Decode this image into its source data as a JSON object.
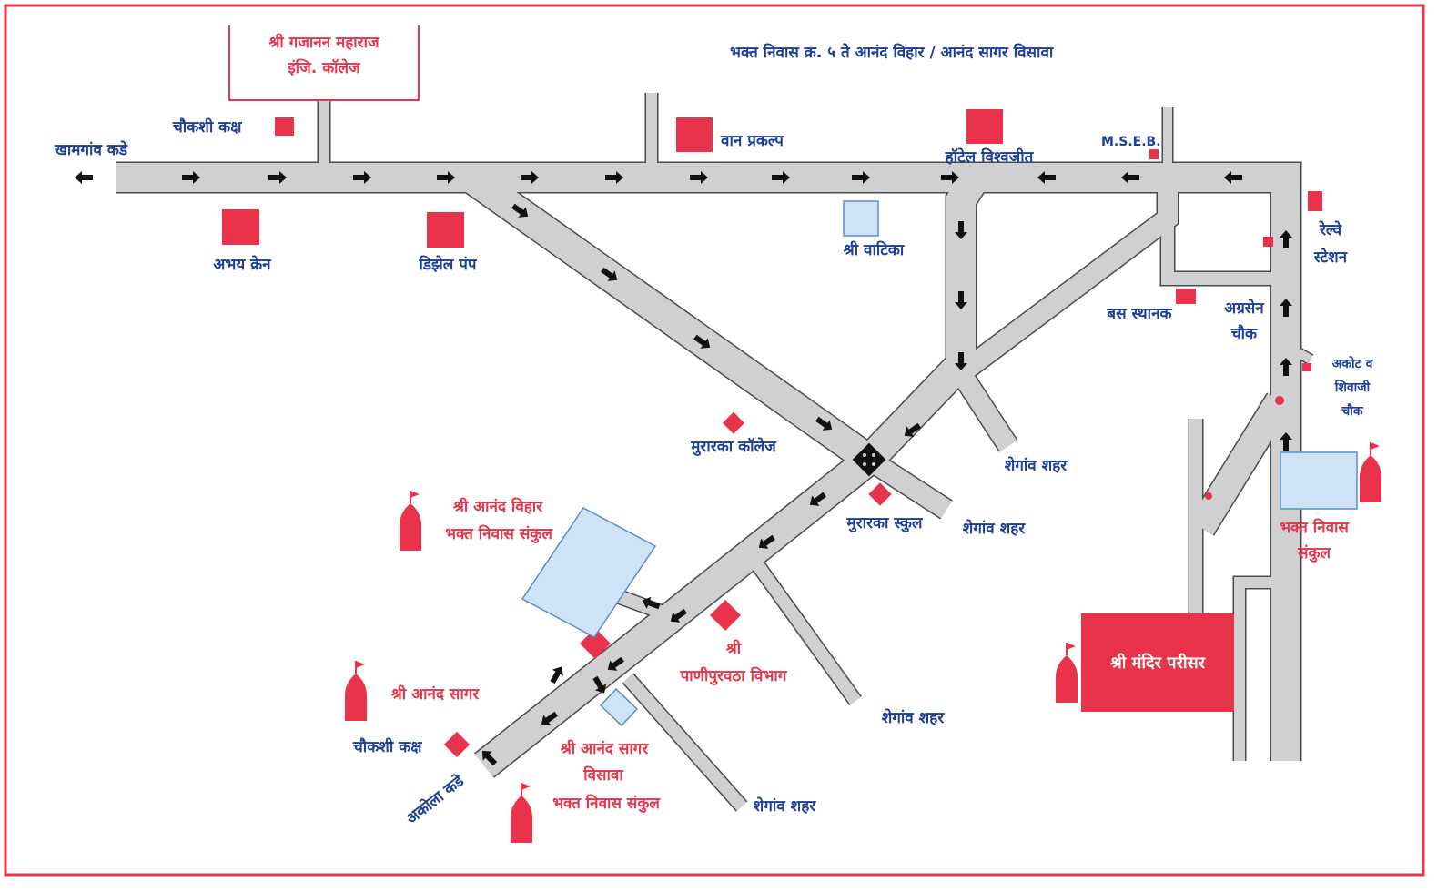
{
  "title": "भक्त निवास क्र. ५ ते आनंद विहार / आनंद सागर विसावा",
  "colors": {
    "accent_red": "#e8334a",
    "label_blue": "#1d3f9a",
    "road_fill": "#d0d0d2",
    "building_blue": "#cfe3f7"
  },
  "labels": {
    "gajanan_college": [
      "श्री गजानन महाराज",
      "इंजि. कॉलेज"
    ],
    "chaukashi_top": "चौकशी कक्ष",
    "khamgaon": "खामगांव कडे",
    "abhay_crane": "अभय क्रेन",
    "diesel_pump": "डिझेल पंप",
    "van_prakalp": "वान प्रकल्प",
    "shri_vatika": "श्री वाटिका",
    "hotel": "हॉटेल विश्वजीत",
    "mseb": "M.S.E.B.",
    "railway": [
      "रेल्वे",
      "स्टेशन"
    ],
    "bus_stand": "बस स्थानक",
    "agrasen": [
      "अग्रसेन",
      "चौक"
    ],
    "akot": [
      "अकोट व",
      "शिवाजी",
      "चौक"
    ],
    "muraraka_college": "मुरारका कॉलेज",
    "muraraka_school": "मुरारका स्कुल",
    "shegaon_1": "शेगांव शहर",
    "shegaon_2": "शेगांव शहर",
    "shegaon_3": "शेगांव शहर",
    "shegaon_4": "शेगांव शहर",
    "anand_vihar": [
      "श्री आनंद विहार",
      "भक्त निवास संकुल"
    ],
    "bhakt_niwas_right": [
      "भक्त निवास",
      "संकुल"
    ],
    "temple_area": "श्री मंदिर परीसर",
    "panipurvatha": [
      "श्री",
      "पाणीपुरवठा विभाग"
    ],
    "anand_sagar": "श्री आनंद सागर",
    "chaukashi_bottom": "चौकशी कक्ष",
    "anand_sagar_visava": [
      "श्री आनंद सागर",
      "विसावा",
      "भक्त निवास संकुल"
    ],
    "akola": "अकोला कडे"
  }
}
